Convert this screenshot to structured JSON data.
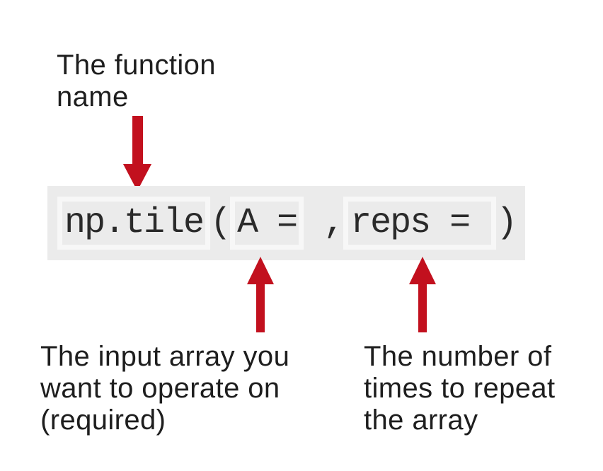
{
  "diagram": {
    "topic": "numpy tile function syntax",
    "colors": {
      "accent_red": "#c2101e",
      "block_background": "#ebebeb",
      "box_border": "#f7f7f7",
      "code_text": "#2a2a2a",
      "label_text": "#1e1e1e",
      "page_background": "#ffffff"
    }
  },
  "labels": {
    "function_name": {
      "line1": "The function",
      "line2": "name"
    },
    "input_array": {
      "line1": "The input array you",
      "line2": "want to operate on",
      "line3": "(required)"
    },
    "reps": {
      "line1": "The number of",
      "line2": "times to repeat",
      "line3": "the array"
    }
  },
  "code": {
    "full_text": "np.tile(A = ,reps = )",
    "segments": {
      "function": "np.tile",
      "open_paren": "(",
      "param_a": "A =",
      "comma": " ,",
      "param_reps": "reps = ",
      "close_paren": ")"
    }
  }
}
